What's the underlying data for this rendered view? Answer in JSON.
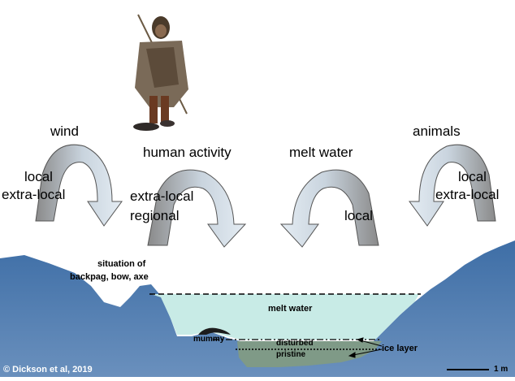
{
  "figure": {
    "sources": [
      {
        "name": "wind",
        "labels": [
          "local",
          "extra-local"
        ]
      },
      {
        "name": "human activity",
        "labels": [
          "extra-local",
          "regional"
        ]
      },
      {
        "name": "melt water",
        "labels": [
          "local"
        ]
      },
      {
        "name": "animals",
        "labels": [
          "local",
          "extra-local"
        ]
      }
    ],
    "cross_section": {
      "finds_label_line1": "situation of",
      "finds_label_line2": "backpag, bow, axe",
      "melt_water": "melt water",
      "mummy": "mummy",
      "disturbed": "disturbed",
      "pristine": "pristine",
      "ice_layer": "ice layer"
    },
    "scale_bar": "1 m",
    "credit": "© Dickson et al, 2019"
  },
  "colors": {
    "mountain": "#3f6fa6",
    "mountain_dark": "#2e5a8c",
    "water": "#c8ebe6",
    "ice": "#7f9a87",
    "arrow_light": "#d6e1ea",
    "arrow_dark": "#8f8f8f"
  }
}
